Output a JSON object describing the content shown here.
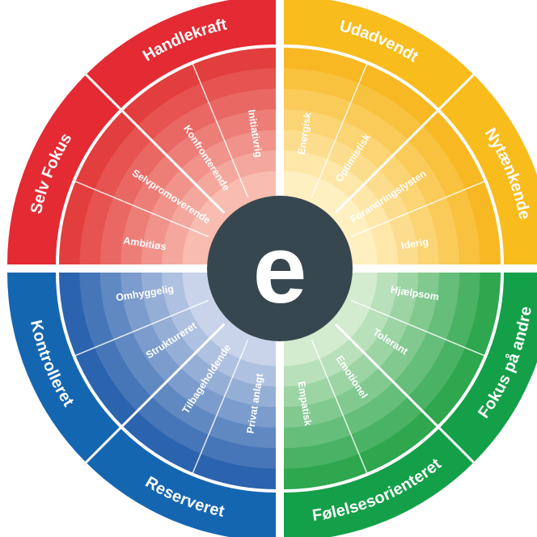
{
  "logo": {
    "letter": "e"
  },
  "quadrants": [
    {
      "id": "red",
      "colors": {
        "outer": "#E42A33",
        "inner_edge": "#E23E3D",
        "inner_center": "#F8BDB0"
      },
      "outer_labels": [
        "Handlekraft",
        "Selv Fokus"
      ],
      "inner_labels": [
        "Initiativrig",
        "Konfronterende",
        "Selvpromoverende",
        "Ambitiøs"
      ]
    },
    {
      "id": "yellow",
      "colors": {
        "outer": "#F8BC1D",
        "inner_edge": "#F7B824",
        "inner_center": "#FFF0C2"
      },
      "outer_labels": [
        "Udadvendt",
        "Nytænkende"
      ],
      "inner_labels": [
        "Energisk",
        "Optimistisk",
        "Forandringslysten",
        "Iderig"
      ]
    },
    {
      "id": "green",
      "colors": {
        "outer": "#14A049",
        "inner_edge": "#2EA74F",
        "inner_center": "#D3EBCF"
      },
      "outer_labels": [
        "Fokus på andre",
        "Følelsesorienteret"
      ],
      "inner_labels": [
        "Hjælpsom",
        "Tolerant",
        "Emotionel",
        "Empatisk"
      ]
    },
    {
      "id": "blue",
      "colors": {
        "outer": "#1566B1",
        "inner_edge": "#2C63AE",
        "inner_center": "#C9D4EA"
      },
      "outer_labels": [
        "Reserveret",
        "Kontrolleret"
      ],
      "inner_labels": [
        "Privat anlagt",
        "Tilbageholdende",
        "Struktureret",
        "Omhyggelig"
      ]
    }
  ],
  "logo_colors": {
    "circle": "#37474F",
    "letter": "#ffffff"
  }
}
